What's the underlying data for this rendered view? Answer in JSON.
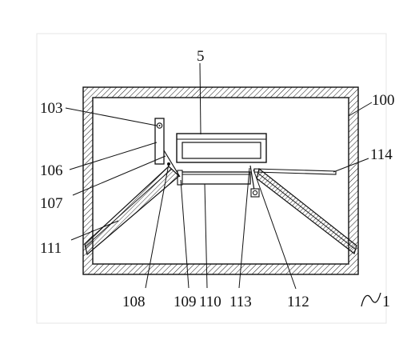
{
  "diagram": {
    "labels": {
      "l5": "5",
      "l100": "100",
      "l103": "103",
      "l106": "106",
      "l107": "107",
      "l111": "111",
      "l114": "114",
      "l108": "108",
      "l109": "109",
      "l110": "110",
      "l113": "113",
      "l112": "112"
    },
    "figure_number": "1",
    "colors": {
      "ink": "#111111",
      "paper": "#ffffff"
    }
  }
}
